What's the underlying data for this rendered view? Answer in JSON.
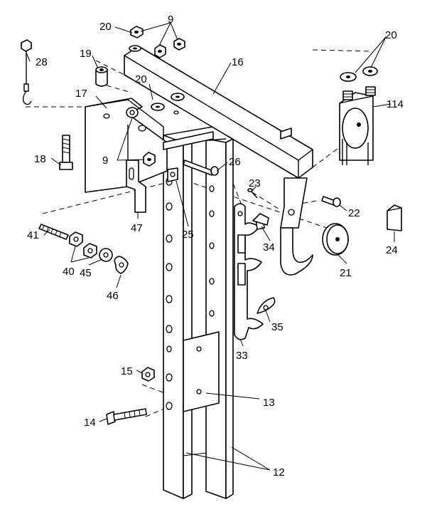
{
  "callouts": [
    {
      "id": "c9",
      "text": "9"
    },
    {
      "id": "c20a",
      "text": "20"
    },
    {
      "id": "c28",
      "text": "28"
    },
    {
      "id": "c19",
      "text": "19"
    },
    {
      "id": "c20b",
      "text": "20"
    },
    {
      "id": "c16",
      "text": "16"
    },
    {
      "id": "c20c",
      "text": "20"
    },
    {
      "id": "c114",
      "text": "114"
    },
    {
      "id": "c17",
      "text": "17"
    },
    {
      "id": "c18",
      "text": "18"
    },
    {
      "id": "c9b",
      "text": "9"
    },
    {
      "id": "c26",
      "text": "26"
    },
    {
      "id": "c23",
      "text": "23"
    },
    {
      "id": "c22",
      "text": "22"
    },
    {
      "id": "c41",
      "text": "41"
    },
    {
      "id": "c47",
      "text": "47"
    },
    {
      "id": "c25",
      "text": "25"
    },
    {
      "id": "c34",
      "text": "34"
    },
    {
      "id": "c24",
      "text": "24"
    },
    {
      "id": "c40",
      "text": "40"
    },
    {
      "id": "c45",
      "text": "45"
    },
    {
      "id": "c21",
      "text": "21"
    },
    {
      "id": "c46",
      "text": "46"
    },
    {
      "id": "c35",
      "text": "35"
    },
    {
      "id": "c33",
      "text": "33"
    },
    {
      "id": "c15",
      "text": "15"
    },
    {
      "id": "c13",
      "text": "13"
    },
    {
      "id": "c14",
      "text": "14"
    },
    {
      "id": "c12",
      "text": "12"
    }
  ]
}
